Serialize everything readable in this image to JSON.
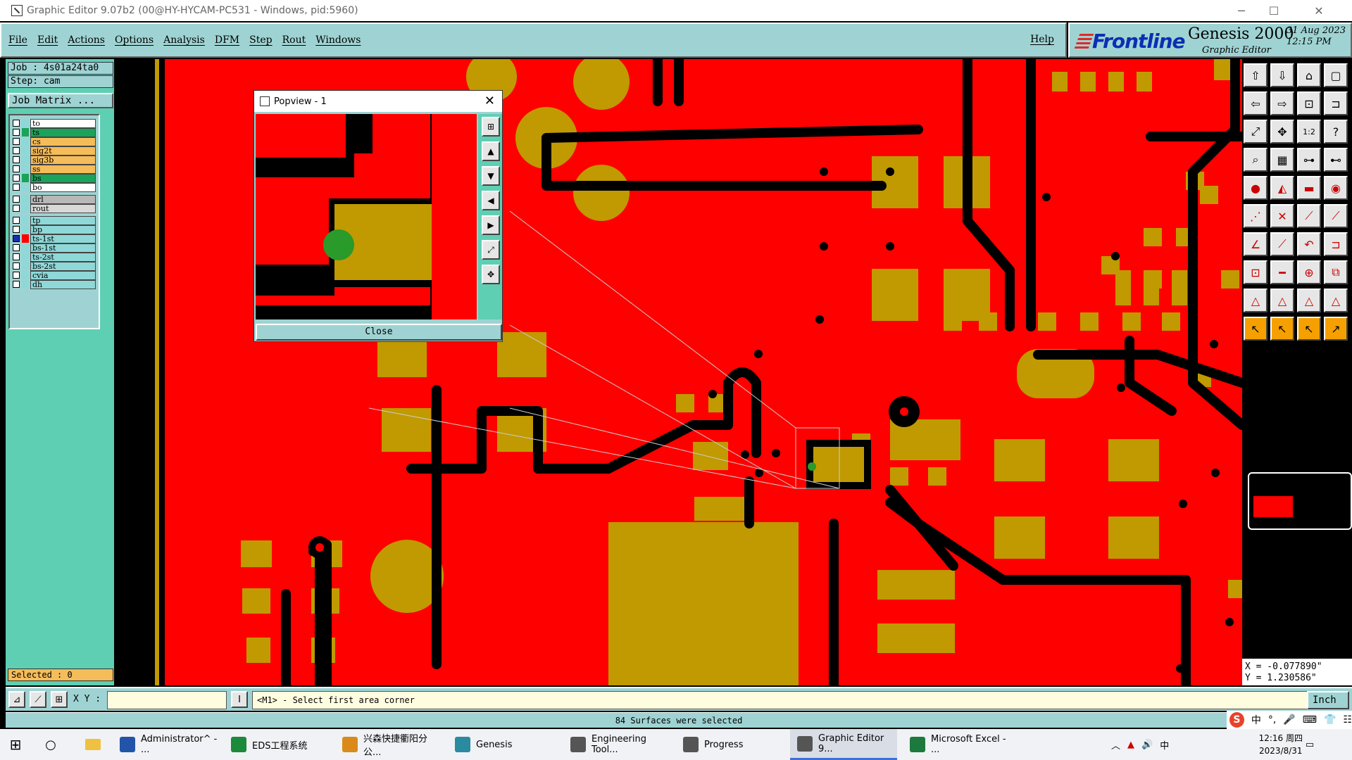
{
  "window": {
    "title": "Graphic Editor 9.07b2 (00@HY-HYCAM-PC531 - Windows, pid:5960)",
    "minimize": "─",
    "maximize": "☐",
    "close": "✕"
  },
  "menu": {
    "items": [
      "File",
      "Edit",
      "Actions",
      "Options",
      "Analysis",
      "DFM",
      "Step",
      "Rout",
      "Windows"
    ],
    "help": "Help"
  },
  "brand": {
    "logo": "Frontline",
    "product": "Genesis 2000",
    "subtitle": "Graphic Editor",
    "date": "31 Aug 2023",
    "time": "12:15 PM"
  },
  "job": {
    "job_line": "Job : 4s01a24ta0",
    "step_line": "Step: cam",
    "matrix_button": "Job Matrix ..."
  },
  "layers": [
    {
      "name": "to",
      "color": "#ffffff"
    },
    {
      "name": "ts",
      "color": "#1aa35a"
    },
    {
      "name": "cs",
      "color": "#f5bc5a"
    },
    {
      "name": "sig2t",
      "color": "#f5bc5a"
    },
    {
      "name": "sig3b",
      "color": "#f5bc5a"
    },
    {
      "name": "ss",
      "color": "#f5bc5a"
    },
    {
      "name": "bs",
      "color": "#1aa35a"
    },
    {
      "name": "bo",
      "color": "#ffffff"
    },
    {
      "name": "drl",
      "color": "#b8b8b8"
    },
    {
      "name": "rout",
      "color": "#d8d8d8"
    },
    {
      "name": "tp",
      "color": "#8fd8d8"
    },
    {
      "name": "bp",
      "color": "#8fd8d8"
    },
    {
      "name": "ts-1st",
      "color": "#8fd8d8"
    },
    {
      "name": "bs-1st",
      "color": "#8fd8d8"
    },
    {
      "name": "ts-2st",
      "color": "#8fd8d8"
    },
    {
      "name": "bs-2st",
      "color": "#8fd8d8"
    },
    {
      "name": "cvia",
      "color": "#8fd8d8"
    },
    {
      "name": "dh",
      "color": "#8fd8d8"
    }
  ],
  "selected_label": "Selected : 0",
  "colors": {
    "board": "#ff0000",
    "copper": "#c09a00",
    "trace": "#000000",
    "panel": "#9fd3d3",
    "teal": "#5fcfb3",
    "green_pad": "#2a9a2a"
  },
  "popview": {
    "title": "Popview - 1",
    "close_label": "Close"
  },
  "coords": {
    "x": "X = -0.077890\"",
    "y": "Y =  1.230586\""
  },
  "command": {
    "xy_label": "X Y :",
    "prompt": "<M1> - Select first area corner",
    "units": "Inch"
  },
  "status_message": "84 Surfaces were selected",
  "ime": {
    "lang": "中"
  },
  "taskbar": {
    "items": [
      {
        "label": "Administrator^ - ..."
      },
      {
        "label": "EDS工程系统"
      },
      {
        "label": "兴森快捷衢阳分公..."
      },
      {
        "label": "Genesis"
      },
      {
        "label": "Engineering Tool..."
      },
      {
        "label": "Progress"
      },
      {
        "label": "Graphic Editor 9..."
      },
      {
        "label": "Microsoft Excel - ..."
      }
    ],
    "clock_time": "12:16 周四",
    "clock_date": "2023/8/31"
  }
}
